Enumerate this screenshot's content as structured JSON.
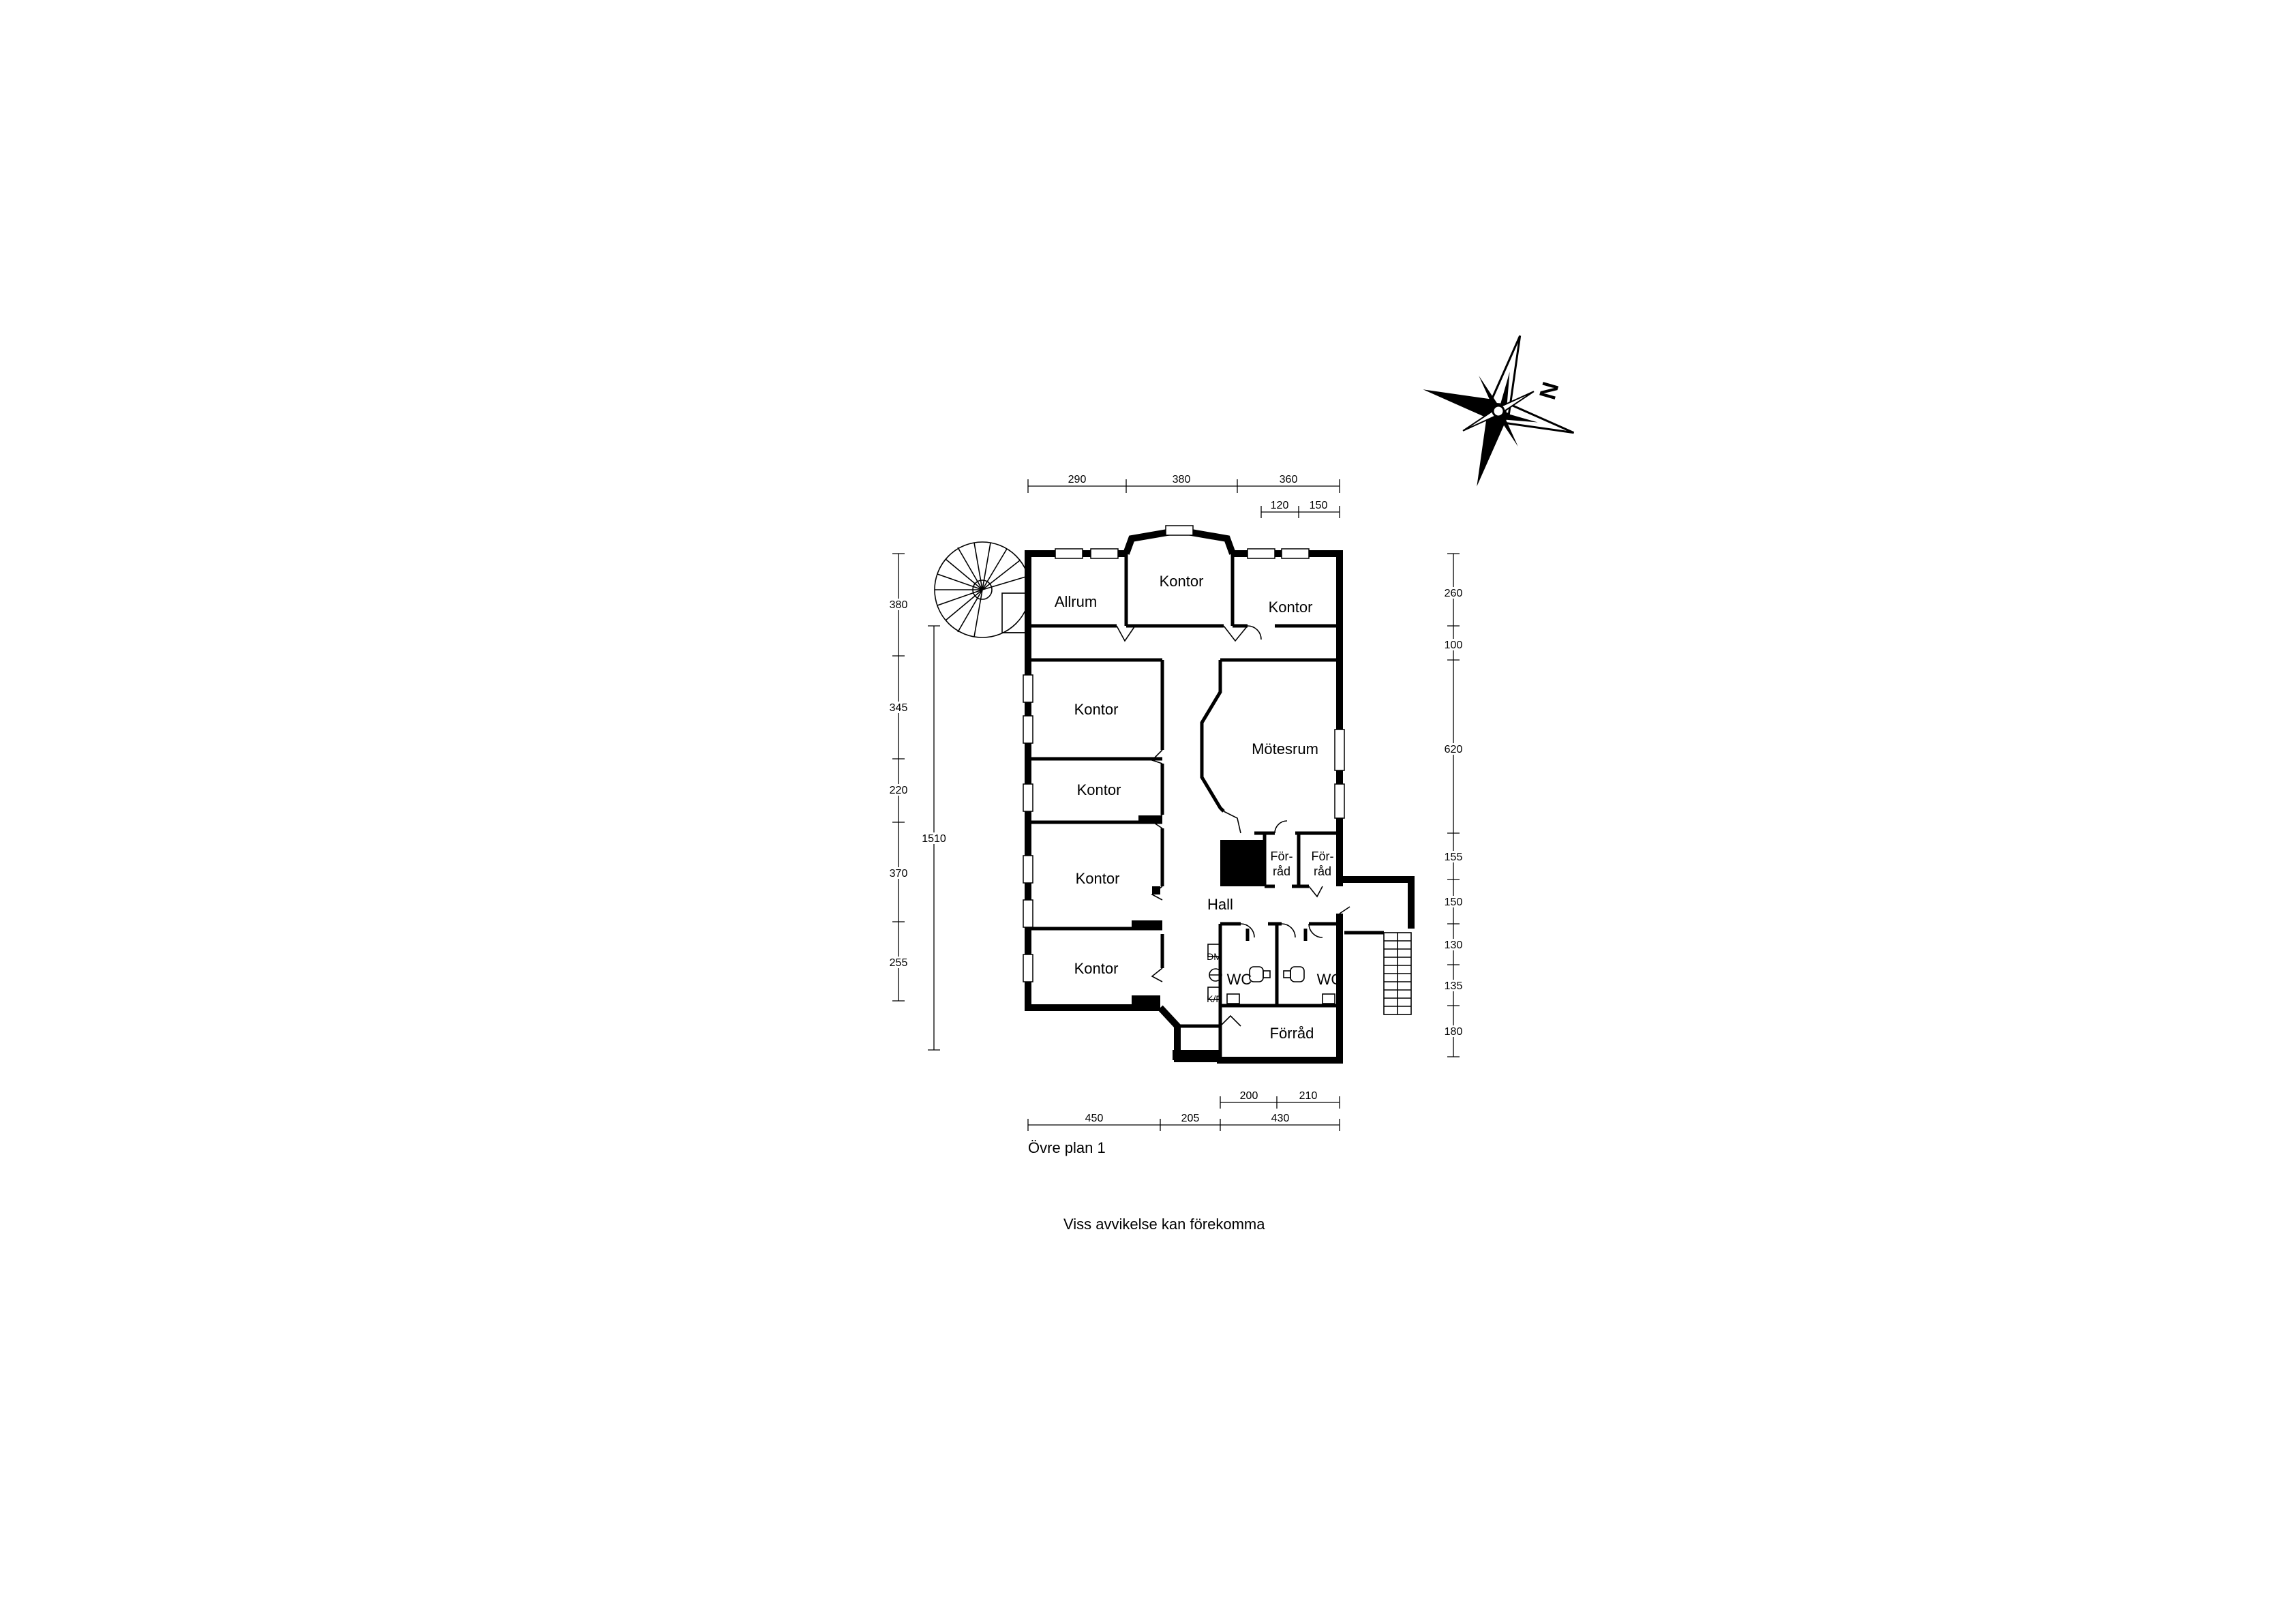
{
  "rooms": {
    "allrum": "Allrum",
    "kontor_top": "Kontor",
    "kontor_top_right": "Kontor",
    "kontor_1": "Kontor",
    "kontor_2": "Kontor",
    "kontor_3": "Kontor",
    "kontor_4": "Kontor",
    "motesrum": "Mötesrum",
    "forrad_a_line1": "För-",
    "forrad_a_line2": "råd",
    "forrad_b_line1": "För-",
    "forrad_b_line2": "råd",
    "hall": "Hall",
    "wc_left": "WC",
    "wc_right": "WC",
    "dm": "DM",
    "kf": "K/F",
    "forrad_bottom": "Förråd"
  },
  "dimensions": {
    "top": [
      "290",
      "380",
      "360"
    ],
    "top_sub": [
      "120",
      "150"
    ],
    "left": [
      "380",
      "345",
      "220",
      "370",
      "255"
    ],
    "left_total": "1510",
    "right": [
      "260",
      "100",
      "620",
      "155",
      "150",
      "130",
      "135",
      "180"
    ],
    "bottom": [
      "450",
      "205",
      "430"
    ],
    "bottom_sub": [
      "200",
      "210"
    ]
  },
  "compass": {
    "north_label": "N"
  },
  "caption": {
    "floor_name": "Övre plan 1",
    "disclaimer": "Viss avvikelse kan förekomma"
  }
}
